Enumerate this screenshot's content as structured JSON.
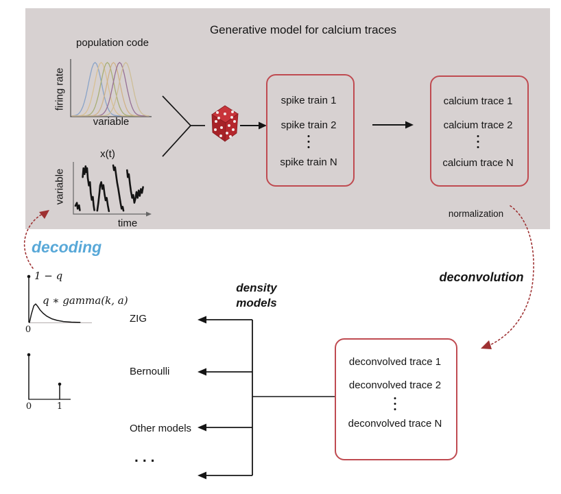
{
  "colors": {
    "panel_bg": "#d7d1d1",
    "box_border": "#bf4a50",
    "die_red": "#b5272d",
    "dotted_arrow": "#9e3132",
    "decoding_blue": "#58a8d8",
    "ink": "#141414"
  },
  "icons": {
    "die": "red-die-icon",
    "vertical_ellipsis": "vertical-ellipsis-icon"
  },
  "top_panel": {
    "title": "Generative model for calcium traces",
    "population_plot": {
      "title": "population code",
      "ylabel": "firing rate",
      "xlabel": "variable"
    },
    "trace_plot": {
      "title": "x(t)",
      "ylabel": "variable",
      "xlabel": "time"
    },
    "spike_box": {
      "items": [
        "spike train 1",
        "spike train 2",
        "spike train N"
      ]
    },
    "calcium_box": {
      "items": [
        "calcium trace 1",
        "calcium trace 2",
        "calcium trace N"
      ]
    },
    "normalization_label": "normalization"
  },
  "bottom": {
    "decoding_label": "decoding",
    "deconvolution_label": "deconvolution",
    "density_models_line1": "density",
    "density_models_line2": "models",
    "zig_plot": {
      "point_mass_label": "1 − q",
      "curve_label": "q ∗ gamma(k, a)",
      "origin_label": "0"
    },
    "bernoulli_plot": {
      "tick0": "0",
      "tick1": "1"
    },
    "model_list": [
      "ZIG",
      "Bernoulli",
      "Other models"
    ],
    "more_label": "...",
    "deconvolved_box": {
      "items": [
        "deconvolved trace 1",
        "deconvolved trace 2",
        "deconvolved trace N"
      ]
    }
  },
  "figures": {
    "population": {
      "centers": [
        0.3,
        0.38,
        0.46,
        0.54,
        0.62,
        0.7
      ],
      "sigma": 0.085,
      "colors": [
        "#89a3c8",
        "#d8c092",
        "#a9ae74",
        "#d0b287",
        "#966f95",
        "#cdbd96"
      ]
    },
    "trace_segments": [
      [
        [
          0.0,
          0.86
        ],
        [
          0.02,
          0.8
        ],
        [
          0.03,
          0.92
        ],
        [
          0.05,
          0.85
        ],
        [
          0.06,
          0.95
        ]
      ],
      [
        [
          0.1,
          0.28
        ],
        [
          0.11,
          0.1
        ],
        [
          0.125,
          0.22
        ],
        [
          0.14,
          0.06
        ],
        [
          0.15,
          0.18
        ],
        [
          0.16,
          0.1
        ],
        [
          0.17,
          0.3
        ],
        [
          0.185,
          0.45
        ],
        [
          0.2,
          0.38
        ],
        [
          0.21,
          0.6
        ],
        [
          0.225,
          0.74
        ],
        [
          0.24,
          0.68
        ],
        [
          0.25,
          0.85
        ],
        [
          0.26,
          0.95
        ]
      ],
      [
        [
          0.3,
          0.96
        ],
        [
          0.315,
          0.8
        ],
        [
          0.33,
          0.6
        ],
        [
          0.34,
          0.45
        ],
        [
          0.355,
          0.38
        ],
        [
          0.37,
          0.52
        ],
        [
          0.385,
          0.44
        ],
        [
          0.4,
          0.62
        ],
        [
          0.415,
          0.75
        ],
        [
          0.43,
          0.7
        ],
        [
          0.445,
          0.85
        ],
        [
          0.46,
          0.97
        ]
      ],
      [
        [
          0.52,
          0.04
        ],
        [
          0.53,
          0.14
        ],
        [
          0.545,
          0.08
        ],
        [
          0.56,
          0.25
        ],
        [
          0.575,
          0.4
        ],
        [
          0.59,
          0.52
        ],
        [
          0.605,
          0.66
        ],
        [
          0.62,
          0.8
        ],
        [
          0.635,
          0.92
        ],
        [
          0.65,
          0.88
        ],
        [
          0.66,
          0.96
        ]
      ],
      [
        [
          0.71,
          0.14
        ],
        [
          0.72,
          0.28
        ],
        [
          0.735,
          0.22
        ],
        [
          0.75,
          0.42
        ],
        [
          0.765,
          0.58
        ],
        [
          0.78,
          0.7
        ],
        [
          0.795,
          0.64
        ],
        [
          0.81,
          0.8
        ],
        [
          0.825,
          0.72
        ],
        [
          0.84,
          0.58
        ],
        [
          0.855,
          0.7
        ],
        [
          0.87,
          0.55
        ],
        [
          0.885,
          0.66
        ],
        [
          0.9,
          0.52
        ],
        [
          0.915,
          0.6
        ],
        [
          0.93,
          0.48
        ]
      ]
    ],
    "gamma_points": [
      [
        0,
        0
      ],
      [
        0.03,
        0.45
      ],
      [
        0.07,
        0.9
      ],
      [
        0.1,
        1.0
      ],
      [
        0.13,
        0.88
      ],
      [
        0.17,
        0.68
      ],
      [
        0.22,
        0.5
      ],
      [
        0.28,
        0.34
      ],
      [
        0.36,
        0.2
      ],
      [
        0.45,
        0.11
      ],
      [
        0.55,
        0.05
      ],
      [
        0.68,
        0.02
      ],
      [
        0.82,
        0.005
      ]
    ],
    "zig_mass_height": 1.0,
    "bernoulli_stems": [
      {
        "x": 0,
        "h": 1.0
      },
      {
        "x": 1,
        "h": 0.34
      }
    ]
  },
  "chart_data": [
    {
      "type": "line",
      "title": "population code",
      "xlabel": "variable",
      "ylabel": "firing rate",
      "description": "six overlapping Gaussian tuning curves, centers spread across the variable axis"
    },
    {
      "type": "line",
      "title": "x(t)",
      "xlabel": "time",
      "ylabel": "variable",
      "description": "noisy latent-variable trajectory drawn as thick jagged strokes"
    },
    {
      "type": "line",
      "title": "ZIG density",
      "annotations": [
        "1 − q point mass at 0",
        "q ∗ gamma(k, a) continuous part"
      ],
      "xticks": [
        "0"
      ]
    },
    {
      "type": "bar",
      "title": "Bernoulli pmf",
      "categories": [
        "0",
        "1"
      ],
      "values": [
        1.0,
        0.34
      ]
    }
  ]
}
